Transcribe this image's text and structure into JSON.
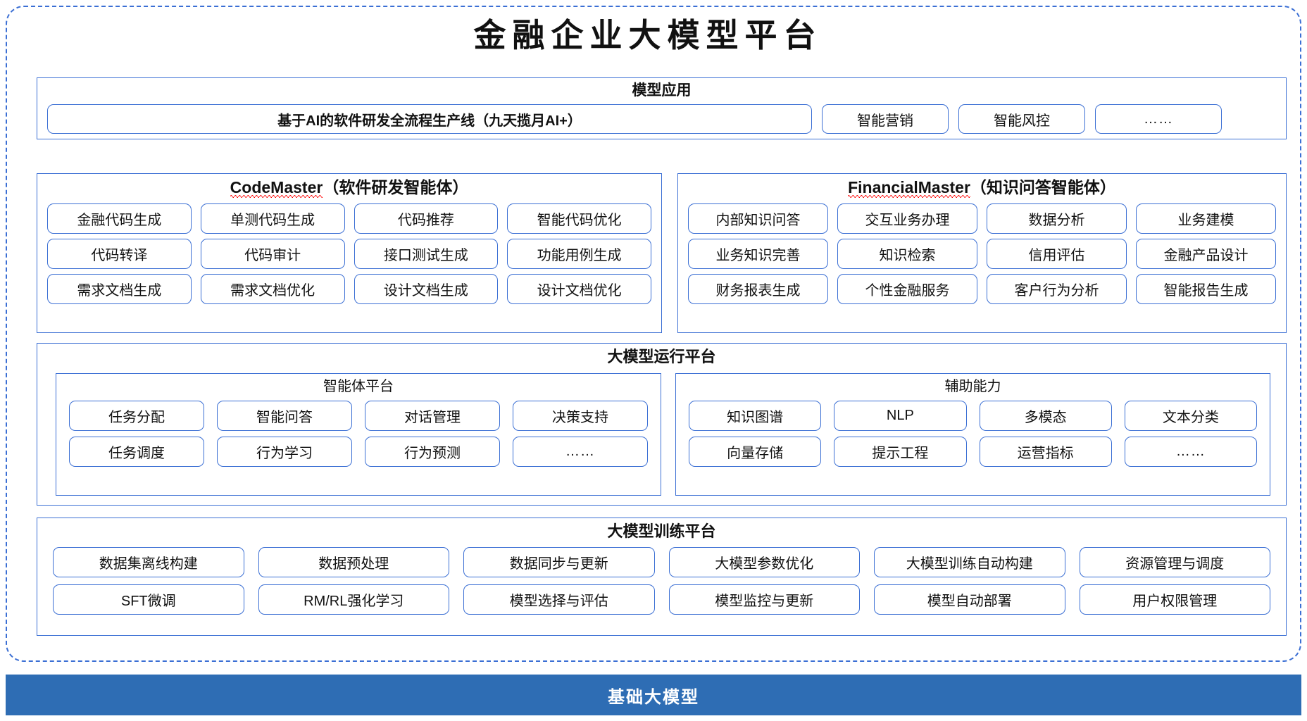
{
  "page": {
    "title": "金融企业大模型平台",
    "colors": {
      "border_blue": "#3B6FD4",
      "base_bar_blue": "#2E6DB4",
      "spellcheck_red": "#FF0000",
      "text_black": "#111111",
      "background": "#FFFFFF"
    }
  },
  "model_application": {
    "title": "模型应用",
    "primary_item": "基于AI的软件研发全流程生产线（九天揽月AI+）",
    "items": [
      "智能营销",
      "智能风控",
      "……"
    ]
  },
  "agents": [
    {
      "name_en": "CodeMaster",
      "name_cn": "（软件研发智能体）",
      "spellcheck_underline": true,
      "items": [
        "金融代码生成",
        "单测代码生成",
        "代码推荐",
        "智能代码优化",
        "代码转译",
        "代码审计",
        "接口测试生成",
        "功能用例生成",
        "需求文档生成",
        "需求文档优化",
        "设计文档生成",
        "设计文档优化"
      ]
    },
    {
      "name_en": "FinancialMaster",
      "name_cn": "（知识问答智能体）",
      "spellcheck_underline": true,
      "items": [
        "内部知识问答",
        "交互业务办理",
        "数据分析",
        "业务建模",
        "业务知识完善",
        "知识检索",
        "信用评估",
        "金融产品设计",
        "财务报表生成",
        "个性金融服务",
        "客户行为分析",
        "智能报告生成"
      ]
    }
  ],
  "runtime_platform": {
    "title": "大模型运行平台",
    "panels": [
      {
        "title": "智能体平台",
        "items": [
          "任务分配",
          "智能问答",
          "对话管理",
          "决策支持",
          "任务调度",
          "行为学习",
          "行为预测",
          "……"
        ]
      },
      {
        "title": "辅助能力",
        "items": [
          "知识图谱",
          "NLP",
          "多模态",
          "文本分类",
          "向量存储",
          "提示工程",
          "运营指标",
          "……"
        ]
      }
    ]
  },
  "training_platform": {
    "title": "大模型训练平台",
    "items": [
      "数据集离线构建",
      "数据预处理",
      "数据同步与更新",
      "大模型参数优化",
      "大模型训练自动构建",
      "资源管理与调度",
      "SFT微调",
      "RM/RL强化学习",
      "模型选择与评估",
      "模型监控与更新",
      "模型自动部署",
      "用户权限管理"
    ]
  },
  "base_model": {
    "label": "基础大模型"
  }
}
